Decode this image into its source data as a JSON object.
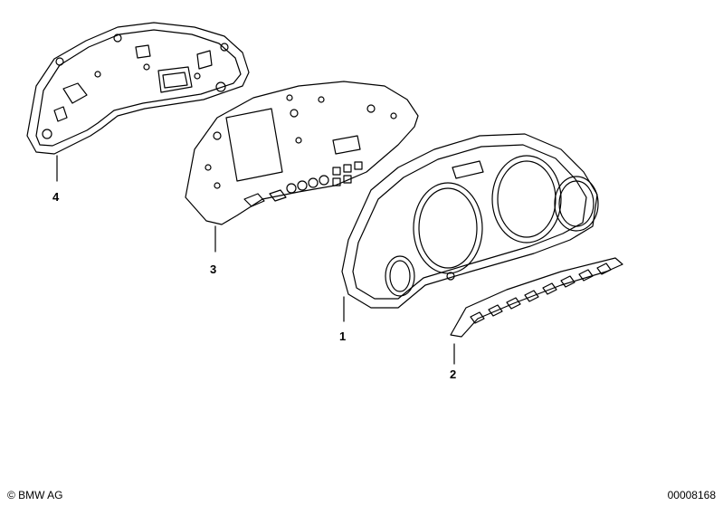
{
  "callouts": {
    "part1": "1",
    "part2": "2",
    "part3": "3",
    "part4": "4"
  },
  "footer": {
    "copyright": "© BMW AG",
    "doc_number": "00008168"
  },
  "parts": [
    {
      "number": "1",
      "icon": "instrument-cluster-housing-icon"
    },
    {
      "number": "2",
      "icon": "printed-circuit-strip-icon"
    },
    {
      "number": "3",
      "icon": "circuit-board-icon"
    },
    {
      "number": "4",
      "icon": "rear-housing-cover-icon"
    }
  ],
  "colors": {
    "line": "#000000",
    "background": "#ffffff"
  }
}
